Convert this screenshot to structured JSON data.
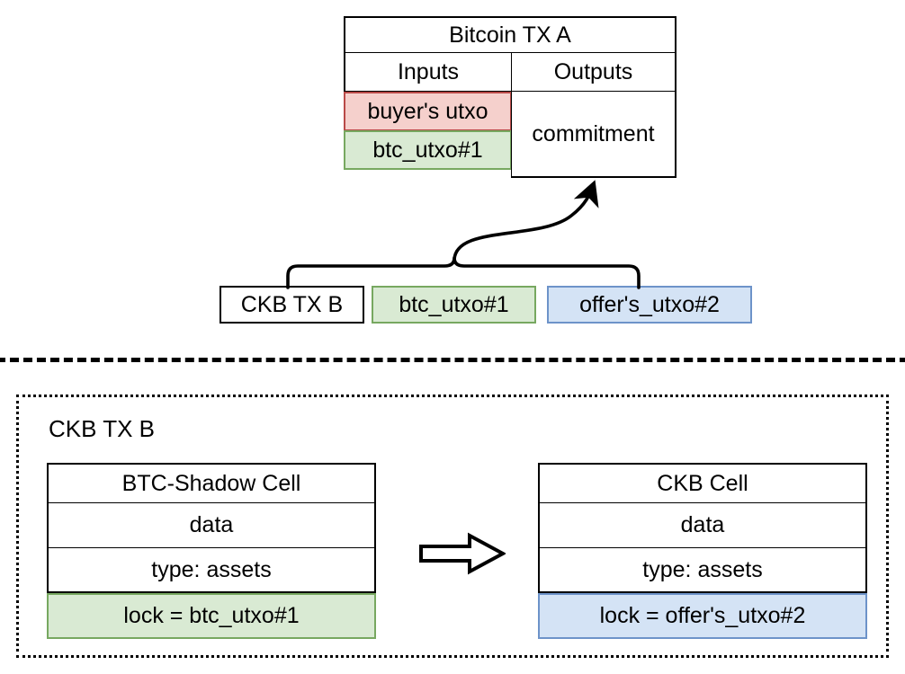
{
  "diagram": {
    "title_semantic": "btc-ckb-utxo-binding-diagram"
  },
  "top_section": {
    "btc_tx_a": {
      "title": "Bitcoin TX A",
      "columns": {
        "inputs_header": "Inputs",
        "outputs_header": "Outputs"
      },
      "inputs": [
        {
          "label": "buyer's utxo",
          "color": "#f5d0cc",
          "border": "#b94a48"
        },
        {
          "label": "btc_utxo#1",
          "color": "#d9ead3",
          "border": "#77a860"
        }
      ],
      "outputs": [
        {
          "label": "commitment",
          "color": "#ffffff",
          "border": "#000000"
        }
      ]
    },
    "ckb_tx_b_strip": {
      "name": "CKB TX B",
      "refs": [
        {
          "label": "btc_utxo#1",
          "color": "#d9ead3",
          "border": "#77a860"
        },
        {
          "label": "offer's_utxo#2",
          "color": "#d4e3f5",
          "border": "#6d93c9"
        }
      ]
    },
    "connector": {
      "name": "brace-to-commitment-arrow",
      "from": "ckb-tx-b-strip",
      "to": "commitment-output"
    }
  },
  "divider": {
    "style": "dashed",
    "color": "#000000"
  },
  "bottom_section": {
    "panel_title": "CKB TX B",
    "left_cell": {
      "title": "BTC-Shadow Cell",
      "rows": [
        {
          "label": "data"
        },
        {
          "label": "type: assets"
        },
        {
          "label": "lock = btc_utxo#1",
          "color": "#d9ead3",
          "border": "#77a860"
        }
      ]
    },
    "right_cell": {
      "title": "CKB Cell",
      "rows": [
        {
          "label": "data"
        },
        {
          "label": "type: assets"
        },
        {
          "label": "lock = offer's_utxo#2",
          "color": "#d4e3f5",
          "border": "#6d93c9"
        }
      ]
    },
    "transform_arrow": {
      "name": "right-block-arrow",
      "direction": "right"
    }
  },
  "colors": {
    "stroke": "#000000",
    "pink_fill": "#f5d0cc",
    "pink_border": "#b94a48",
    "green_fill": "#d9ead3",
    "green_border": "#77a860",
    "blue_fill": "#d4e3f5",
    "blue_border": "#6d93c9",
    "white": "#ffffff"
  }
}
